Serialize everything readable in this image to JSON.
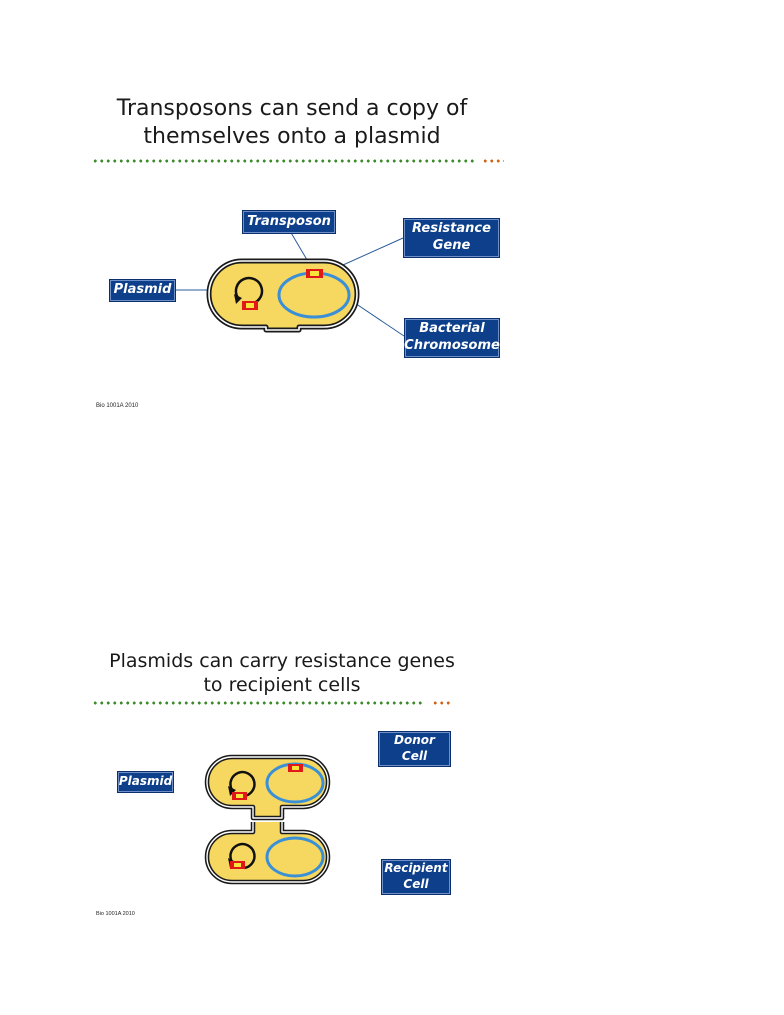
{
  "slide1": {
    "title": "Transposons can send a copy of\nthemselves onto a plasmid",
    "labels": {
      "transposon": "Transposon",
      "resistance_gene": "Resistance\nGene",
      "plasmid": "Plasmid",
      "bacterial_chromosome": "Bacterial\nChromosome"
    },
    "footer": "Bio 1001A 2010"
  },
  "slide2": {
    "title": "Plasmids can carry resistance genes\nto recipient cells",
    "labels": {
      "donor_cell": "Donor\nCell",
      "plasmid": "Plasmid",
      "recipient_cell": "Recipient\nCell"
    },
    "footer": "Bio 1001A 2010"
  },
  "colors": {
    "cell_fill": "#f6d860",
    "cell_outline": "#1a1a1a",
    "chromosome": "#3a8fd6",
    "gene_red": "#e01818",
    "gene_yellow": "#f8e53a",
    "label_bg": "#0d3f8a",
    "divider_green": "#3e8a2c",
    "divider_orange": "#d0651a"
  }
}
